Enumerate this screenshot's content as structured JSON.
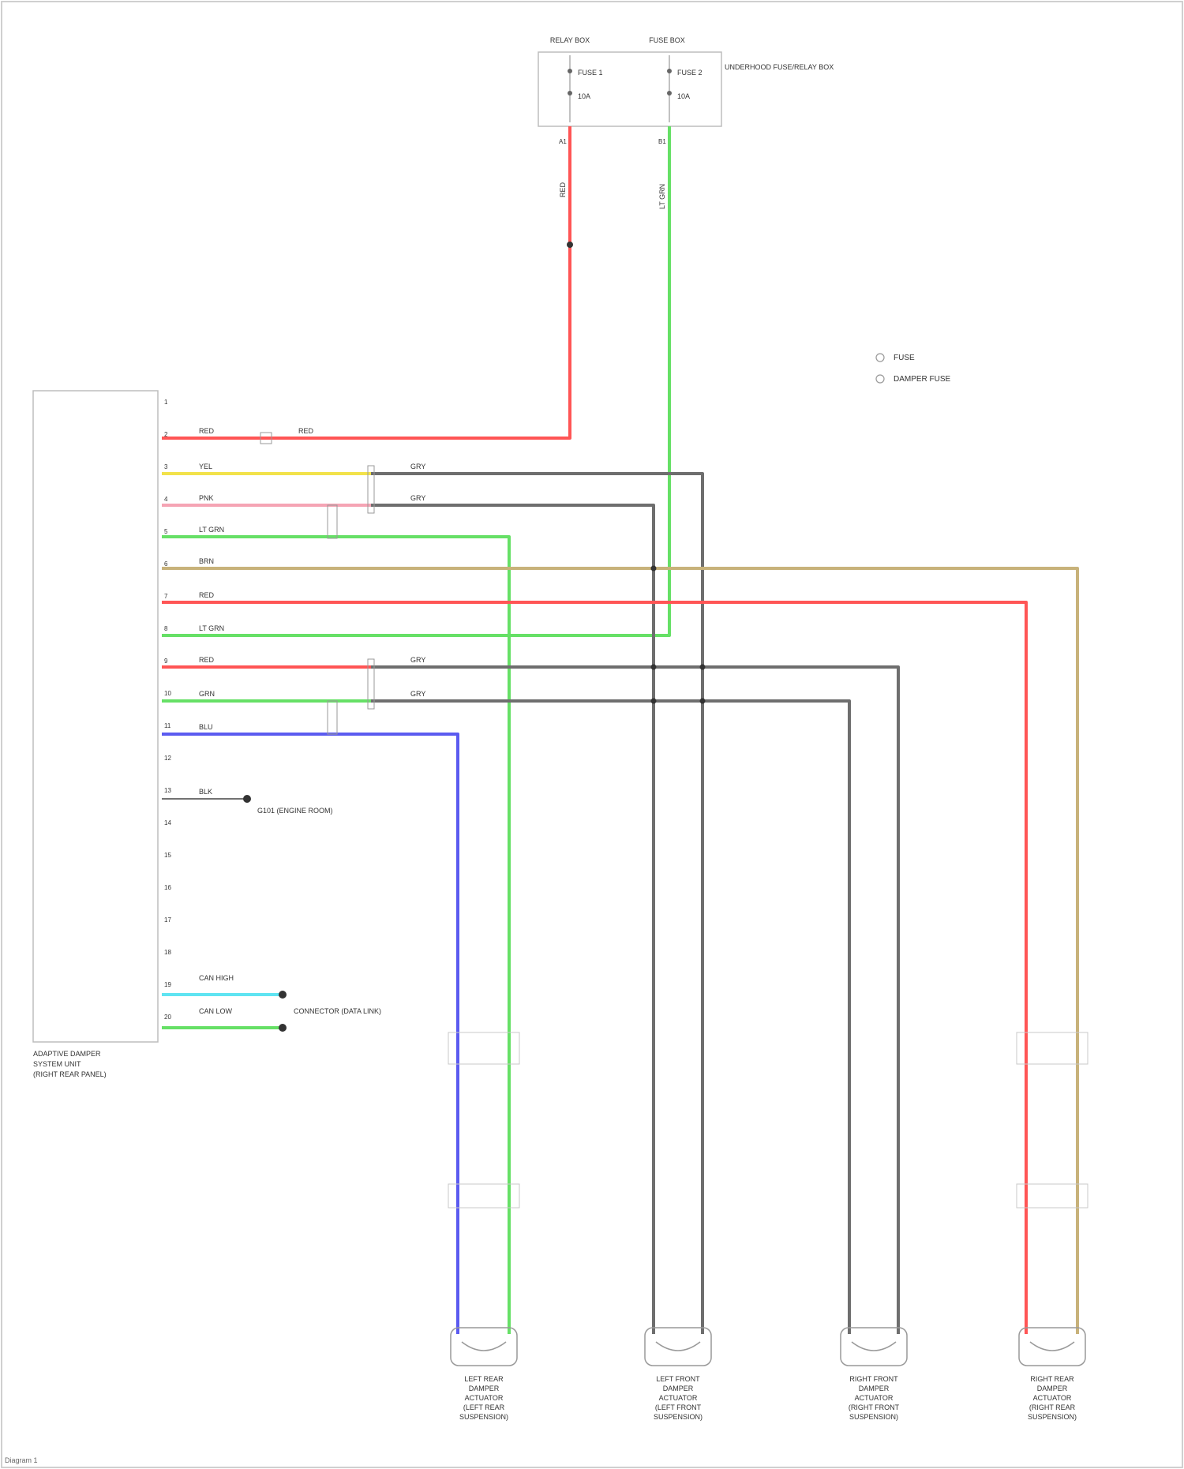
{
  "diagram": {
    "type": "wiring-schematic",
    "colors": {
      "red": "#ff5555",
      "green": "#66e066",
      "yellow": "#f2e24a",
      "pink": "#f5a4b4",
      "tan": "#c8b27a",
      "gray": "#6e6e6e",
      "blue": "#5b5bf0",
      "cyan": "#5fe4f2",
      "outline": "#bdbdbd"
    },
    "fuse_box": {
      "left_heading": "RELAY BOX",
      "right_heading": "FUSE BOX",
      "side_label": "UNDERHOOD FUSE/RELAY BOX",
      "fuse_a_label": "FUSE 1",
      "fuse_a_rating": "10A",
      "fuse_b_label": "FUSE 2",
      "fuse_b_rating": "10A",
      "pin_a": "A1",
      "pin_b": "B1"
    },
    "legend": {
      "item1": "FUSE",
      "item2": "DAMPER FUSE"
    },
    "control_unit": {
      "label_line1": "ADAPTIVE DAMPER",
      "label_line2": "SYSTEM UNIT",
      "label_line3": "(RIGHT REAR PANEL)",
      "pins": [
        "1",
        "2",
        "3",
        "4",
        "5",
        "6",
        "7",
        "8",
        "9",
        "10",
        "11",
        "12",
        "13",
        "14",
        "15",
        "16",
        "17",
        "18",
        "19",
        "20"
      ]
    },
    "wires": {
      "w2": "RED",
      "w2b": "RED",
      "w3": "YEL",
      "w3b": "GRY",
      "w4": "PNK",
      "w4b": "GRY",
      "w5": "LT GRN",
      "w6": "BRN",
      "w7": "RED",
      "w8": "LT GRN",
      "w9": "RED",
      "w9b": "GRY",
      "w10": "GRN",
      "w10b": "GRY",
      "w11": "BLU",
      "w13": "BLK",
      "w19": "CAN HIGH",
      "w20": "CAN LOW",
      "fuse_red": "RED",
      "fuse_green": "LT GRN"
    },
    "ground_label": "G101 (ENGINE ROOM)",
    "can_label": "CONNECTOR (DATA LINK)",
    "actuators": [
      {
        "line1": "LEFT REAR",
        "line2": "DAMPER",
        "line3": "ACTUATOR",
        "line4": "(LEFT REAR",
        "line5": "SUSPENSION)"
      },
      {
        "line1": "LEFT FRONT",
        "line2": "DAMPER",
        "line3": "ACTUATOR",
        "line4": "(LEFT FRONT",
        "line5": "SUSPENSION)"
      },
      {
        "line1": "RIGHT FRONT",
        "line2": "DAMPER",
        "line3": "ACTUATOR",
        "line4": "(RIGHT FRONT",
        "line5": "SUSPENSION)"
      },
      {
        "line1": "RIGHT REAR",
        "line2": "DAMPER",
        "line3": "ACTUATOR",
        "line4": "(RIGHT REAR",
        "line5": "SUSPENSION)"
      }
    ],
    "footer": "Diagram 1"
  }
}
